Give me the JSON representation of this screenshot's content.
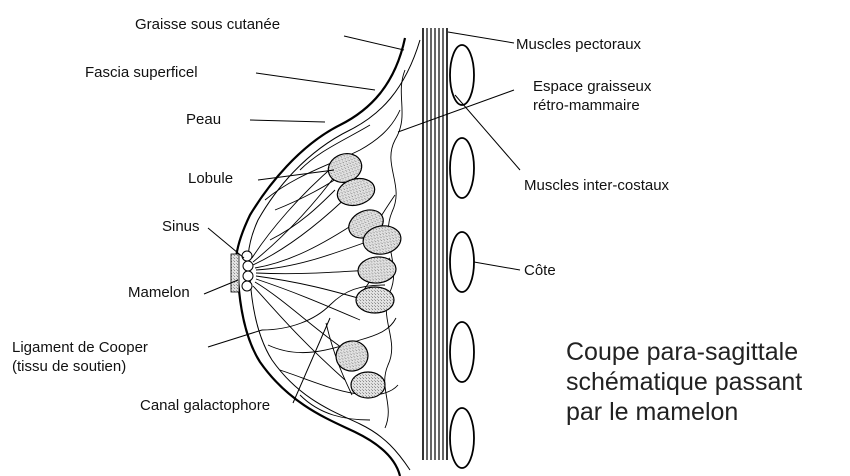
{
  "labels": {
    "graisse_sous_cutanee": "Graisse sous cutanée",
    "fascia_superficiel": "Fascia superficel",
    "peau": "Peau",
    "lobule": "Lobule",
    "sinus": "Sinus",
    "mamelon": "Mamelon",
    "ligament_line1": "Ligament de Cooper",
    "ligament_line2": "(tissu de soutien)",
    "canal_galactophore": "Canal galactophore",
    "muscles_pectoraux": "Muscles pectoraux",
    "espace_line1": "Espace graisseux",
    "espace_line2": "rétro-mammaire",
    "muscles_intercostaux": "Muscles inter-costaux",
    "cote": "Côte"
  },
  "caption": {
    "line1": "Coupe para-sagittale",
    "line2": "schématique passant",
    "line3": "par le mamelon"
  }
}
